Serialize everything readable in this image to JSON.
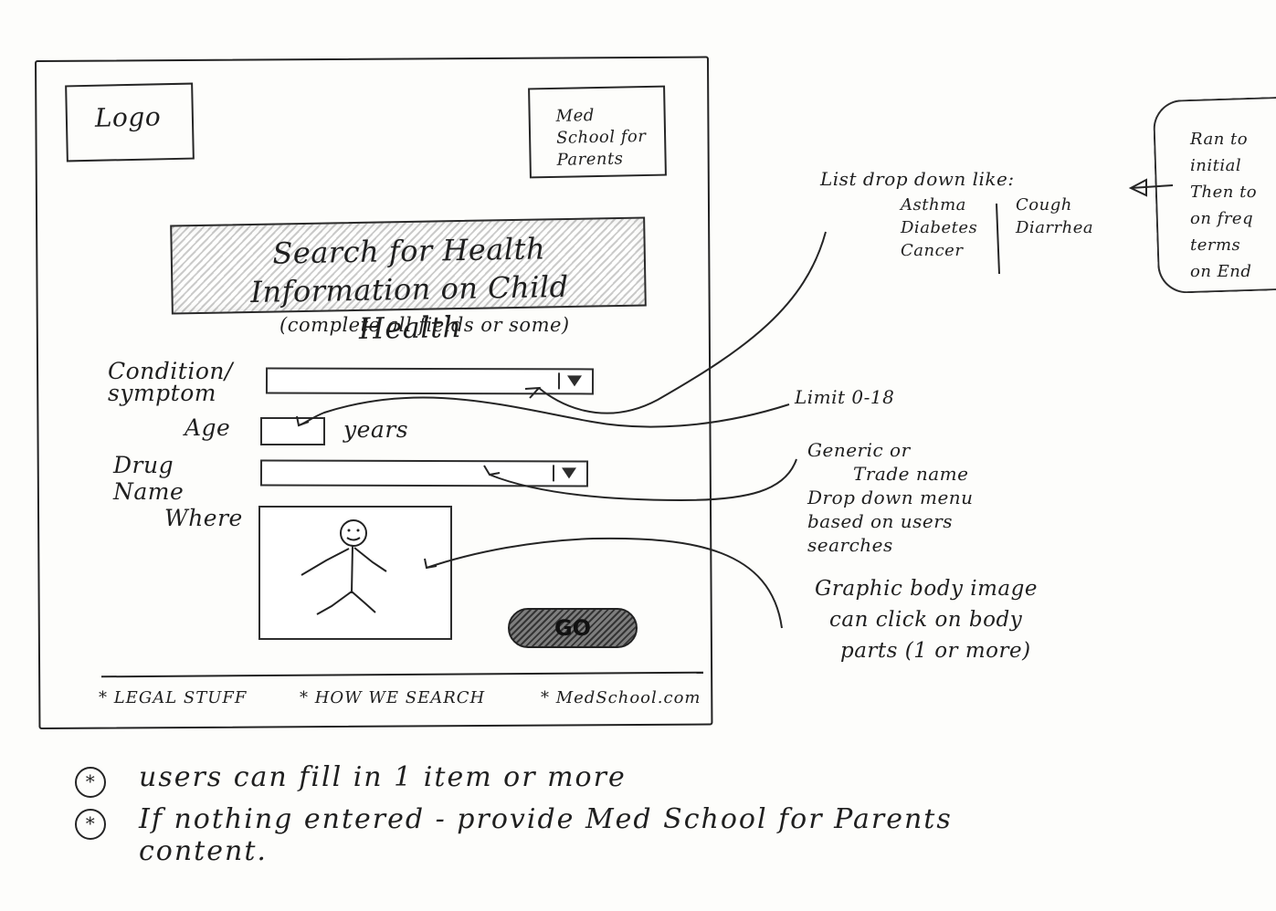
{
  "header": {
    "logo": "Logo",
    "brand": "Med School for Parents"
  },
  "hero": {
    "title": "Search for Health Information on Child Health",
    "subtitle": "(complete all fields or some)"
  },
  "form": {
    "condition_label": "Condition/ symptom",
    "age_label": "Age",
    "age_unit": "years",
    "drug_label": "Drug Name",
    "where_label": "Where",
    "go_label": "GO"
  },
  "footer": {
    "links": [
      "* LEGAL STUFF",
      "* HOW WE SEARCH",
      "* MedSchool.com"
    ]
  },
  "annotations": {
    "condition_dropdown": {
      "intro": "List drop down like:",
      "items_left": [
        "Asthma",
        "Diabetes",
        "Cancer"
      ],
      "items_right": [
        "Cough",
        "Diarrhea"
      ]
    },
    "age_limit": "Limit 0-18",
    "drug_name_note": [
      "Generic or",
      "Trade name",
      "Drop down menu",
      "based on users",
      "searches"
    ],
    "body_image_note": [
      "Graphic body image",
      "can click on body",
      "parts (1 or more)"
    ],
    "callout": [
      "Ran to",
      "initial",
      "Then to",
      "on freq",
      "terms",
      "on End"
    ]
  },
  "bottom_notes": [
    "users can fill in 1 item or more",
    "If nothing entered - provide Med School for Parents content."
  ]
}
